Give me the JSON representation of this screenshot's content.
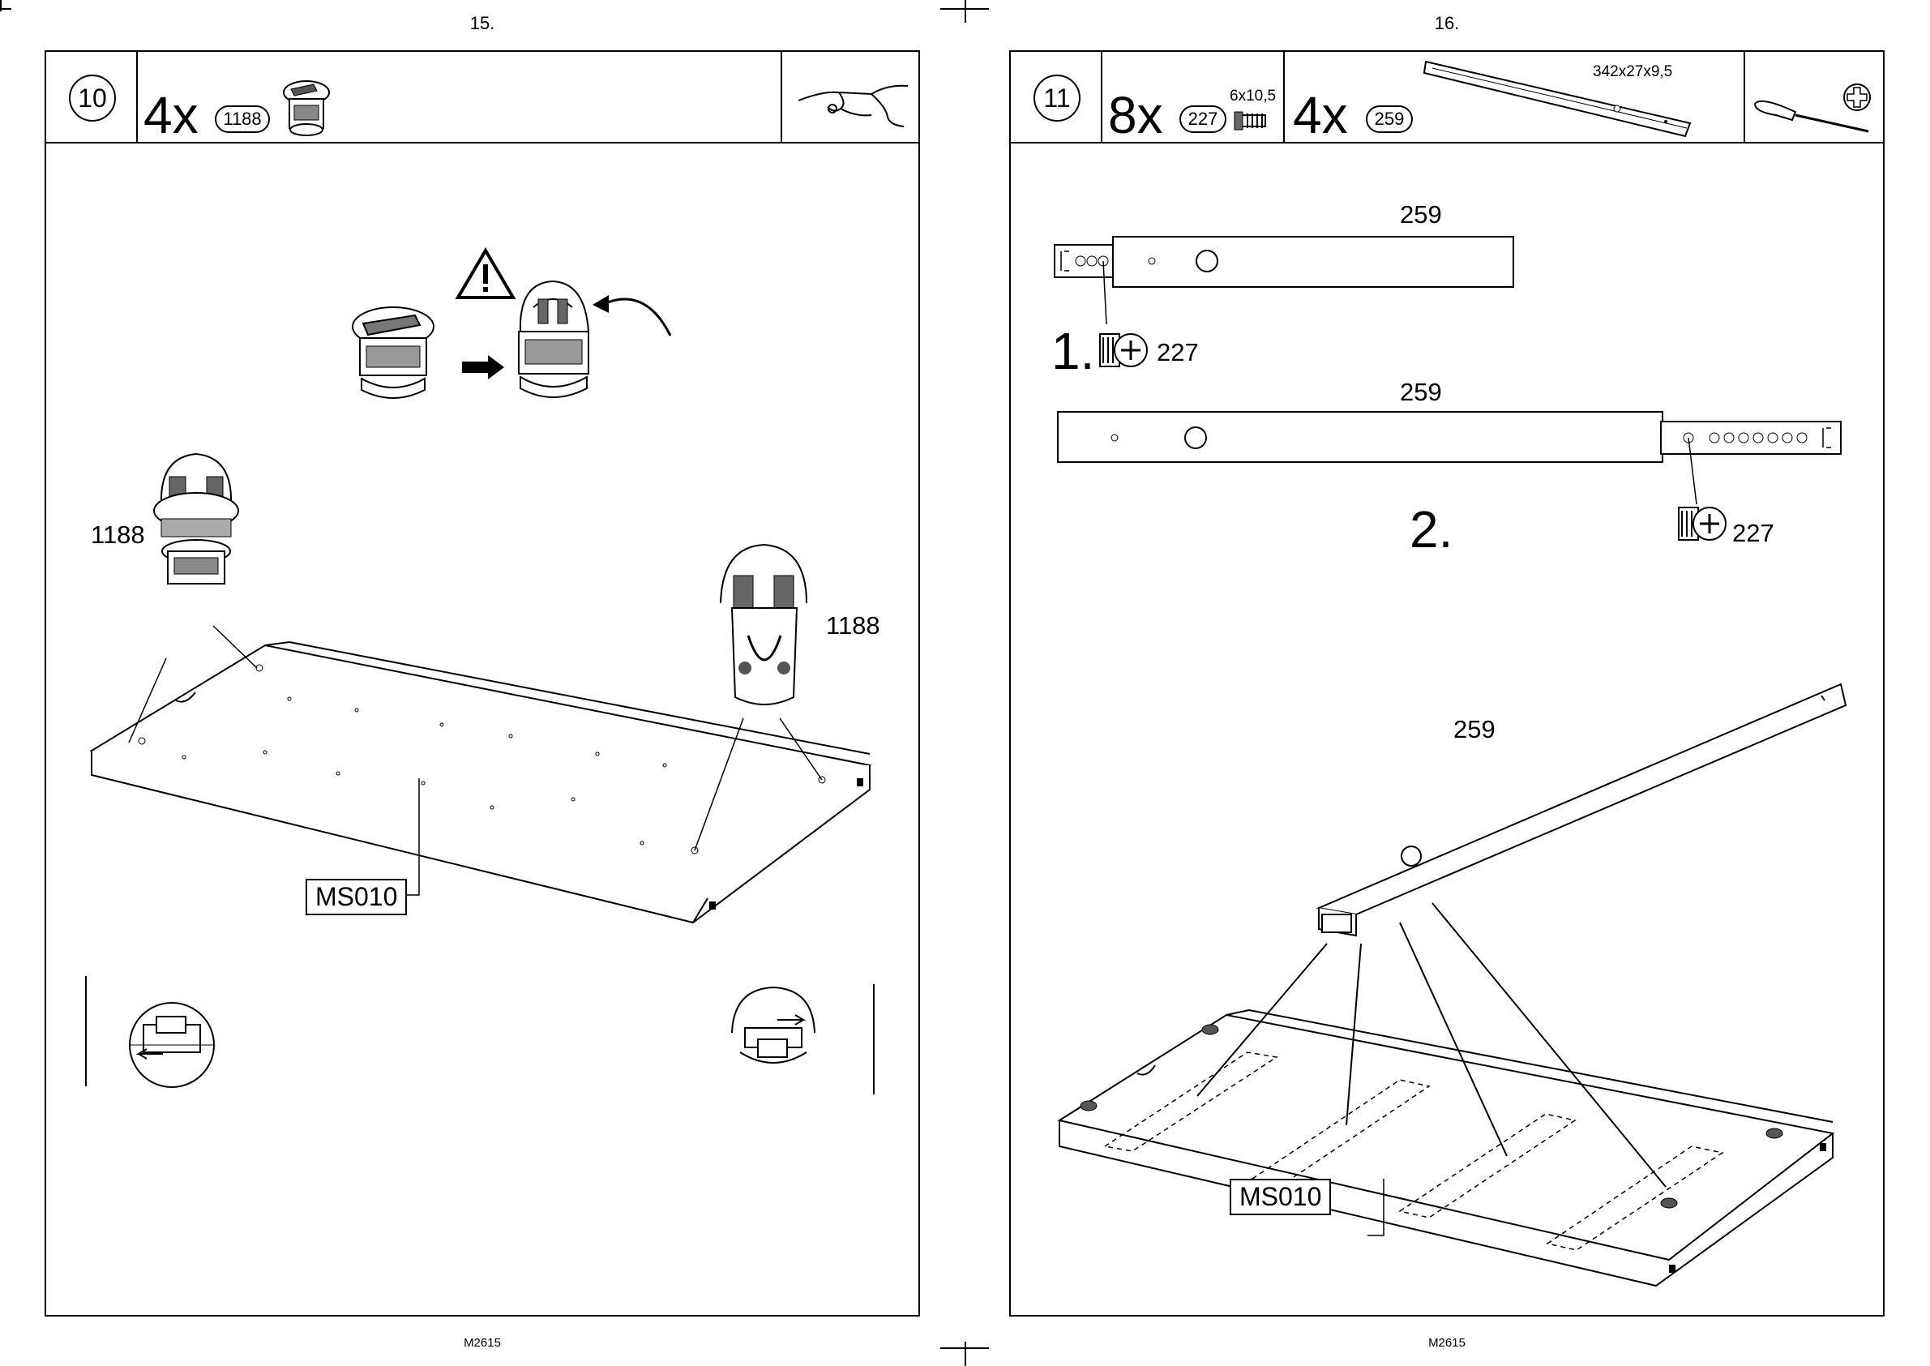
{
  "left_page": {
    "page_number": "15.",
    "footer": "M2615",
    "step": {
      "number": "10",
      "qty": "4x",
      "part": "1188",
      "hint_icon": "hand-pointing-icon"
    },
    "labels": {
      "part_a": "1188",
      "part_b": "1188",
      "panel": "MS010"
    },
    "warning_icon": "warning-triangle-icon"
  },
  "right_page": {
    "page_number": "16.",
    "footer": "M2615",
    "step": {
      "number": "11",
      "qty1": "8x",
      "part1": "227",
      "part1_size": "6x10,5",
      "qty2": "4x",
      "part2": "259",
      "part2_size": "342x27x9,5",
      "tool_icon": "screwdriver-icon",
      "tool_type_icon": "phillips-icon"
    },
    "substeps": {
      "one": "1.",
      "two": "2.",
      "rail_label_1": "259",
      "rail_label_2": "259",
      "screw_label_1": "227",
      "screw_label_2": "227"
    },
    "labels": {
      "rail": "259",
      "panel": "MS010"
    }
  }
}
